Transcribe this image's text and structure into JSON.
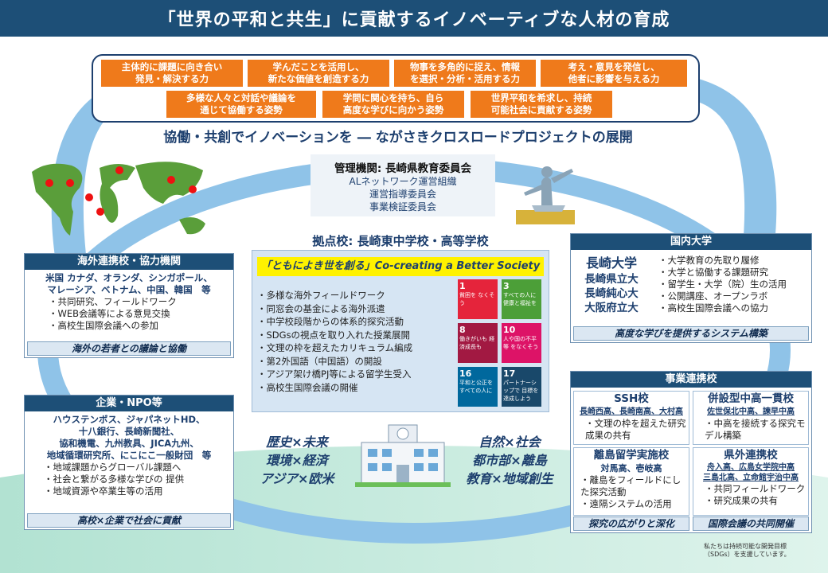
{
  "title": "「世界の平和と共生」に貢献するイノベーティブな人材の育成",
  "skills_row1": [
    "主体的に課題に向き合い\n発見・解決する力",
    "学んだことを活用し、\n新たな価値を創造する力",
    "物事を多角的に捉え、情報\nを選択・分析・活用する力",
    "考え・意見を発信し、\n他者に影響を与える力"
  ],
  "skills_row2": [
    "多様な人々と対話や議論を\n通じて協働する姿勢",
    "学問に関心を持ち、自ら\n高度な学びに向かう姿勢",
    "世界平和を希求し、持続\n可能社会に貢献する姿勢"
  ],
  "subtitle": "協働・共創でイノベーションを ― ながさきクロスロードプロジェクトの展開",
  "management": {
    "title": "管理機関: 長崎県教育委員会",
    "items": [
      "ALネットワーク運営組織",
      "運営指導委員会",
      "事業検証委員会"
    ]
  },
  "hub": {
    "title": "拠点校: 長崎東中学校・高等学校",
    "banner": "「ともによき世を創る」Co-creating a Better Society",
    "items": [
      "多様な海外フィールドワーク",
      "同窓会の基金による海外派遣",
      "中学校段階からの体系的探究活動",
      "SDGsの視点を取り入れた授業展開",
      "文理の枠を超えたカリキュラム編成",
      "第2外国語（中国語）の開設",
      "アジア架け橋PJ等による留学生受入",
      "高校生国際会議の開催"
    ]
  },
  "overseas": {
    "header": "海外連携校・協力機関",
    "countries": [
      "米国 カナダ、オランダ、シンガポール、",
      "マレーシア、ベトナム、中国、韓国　等"
    ],
    "items": [
      "共同研究、フィールドワーク",
      "WEB会議等による意見交換",
      "高校生国際会議への参加"
    ],
    "footer": "海外の若者との議論と協働"
  },
  "corporate": {
    "header": "企業・NPO等",
    "names": [
      "ハウステンボス、ジャパネットHD、",
      "十八銀行、長崎新聞社、",
      "協和機電、九州教具、JICA九州、",
      "地域循環研究所、にこにこ一般財団　等"
    ],
    "items": [
      "地域課題からグローバル課題へ",
      "社会と繋がる多様な学びの 提供",
      "地域資源や卒業生等の活用"
    ],
    "footer": "高校×企業で社会に貢献"
  },
  "univ": {
    "header": "国内大学",
    "names": [
      "長崎大学",
      "長崎県立大",
      "長崎純心大",
      "大阪府立大"
    ],
    "items": [
      "大学教育の先取り履修",
      "大学と協働する課題研究",
      "留学生・大学（院）生の活用",
      "公開講座、オープンラボ",
      "高校生国際会議への協力"
    ],
    "footer": "高度な学びを提供するシステム構築"
  },
  "partners": {
    "header": "事業連携校",
    "ssh": {
      "title": "SSH校",
      "schools": "長崎西高、長崎南高、大村高",
      "items": [
        "文理の枠を超えた研究成果の共有"
      ]
    },
    "chuko": {
      "title": "併設型中高一貫校",
      "schools": "佐世保北中高、諫早中高",
      "items": [
        "中高を接続する探究モデル構築"
      ]
    },
    "ritou": {
      "title": "離島留学実施校",
      "schools": "対馬高、壱岐高",
      "items": [
        "離島をフィールドにした探究活動",
        "遠隔システムの活用"
      ]
    },
    "kengai": {
      "title": "県外連携校",
      "schools": [
        "舟入高、広島女学院中高",
        "三島北高、立命館宇治中高"
      ],
      "items": [
        "共同フィールドワーク",
        "研究成果の共有"
      ]
    },
    "footer_left": "探究の広がりと深化",
    "footer_right": "国際会議の共同開催"
  },
  "keywords_left": [
    "歴史×未来",
    "環境×経済",
    "アジア×欧米"
  ],
  "keywords_right": [
    "自然×社会",
    "都市部×離島",
    "教育×地域創生"
  ],
  "sdgs_tiles": [
    {
      "num": "1",
      "label": "貧困を なくそう",
      "color": "#e5243b"
    },
    {
      "num": "3",
      "label": "すべての人に 健康と福祉を",
      "color": "#4c9f38"
    },
    {
      "num": "8",
      "label": "働きがいも 経済成長も",
      "color": "#a21942"
    },
    {
      "num": "10",
      "label": "人や国の不平等 をなくそう",
      "color": "#dd1367"
    },
    {
      "num": "16",
      "label": "平和と公正を すべての人に",
      "color": "#00689d"
    },
    {
      "num": "17",
      "label": "パートナーシップで 目標を達成しよう",
      "color": "#19486a"
    }
  ],
  "sdgs_note": [
    "私たちは持続可能な開発目標",
    "（SDGs）を支援しています。"
  ],
  "colors": {
    "navy": "#1d4f77",
    "orange": "#ef7a1b",
    "sky": "#8fc3e8",
    "yellow": "#fff200",
    "green_band": "#7ecfb4"
  }
}
